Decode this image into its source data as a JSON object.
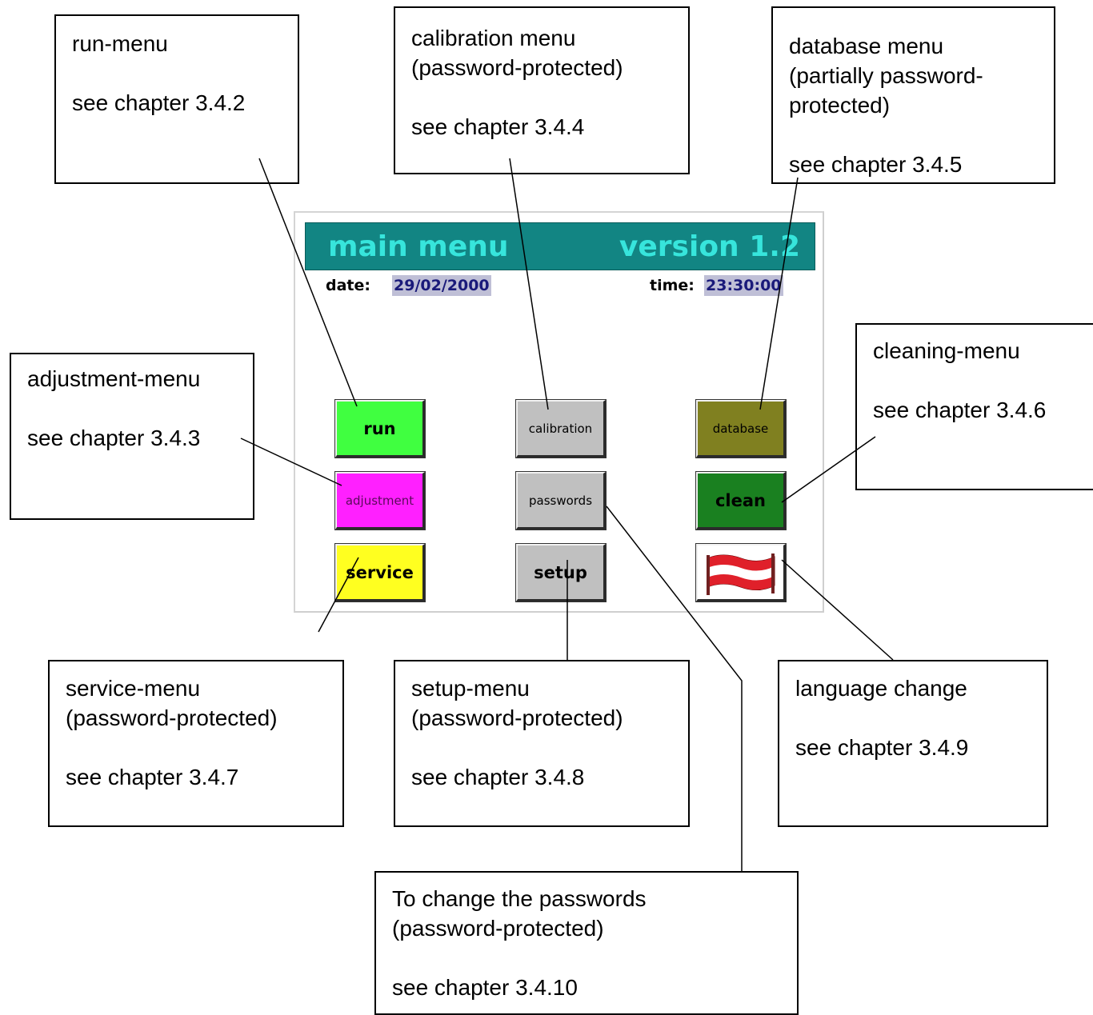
{
  "screen": {
    "title": "main menu",
    "version": "version 1.2",
    "date_label": "date:",
    "date_value": "29/02/2000",
    "time_label": "time:",
    "time_value": "23:30:00",
    "buttons": {
      "run": {
        "label": "run",
        "color": "#40ff40"
      },
      "calibration": {
        "label": "calibration",
        "color": "#c0c0c0"
      },
      "database": {
        "label": "database",
        "color": "#808020"
      },
      "adjustment": {
        "label": "adjustment",
        "color": "#ff20ff"
      },
      "passwords": {
        "label": "passwords",
        "color": "#c0c0c0"
      },
      "clean": {
        "label": "clean",
        "color": "#1a8020"
      },
      "service": {
        "label": "service",
        "color": "#ffff20"
      },
      "setup": {
        "label": "setup",
        "color": "#c0c0c0"
      },
      "language": {
        "icon": "austrian-flag-icon",
        "color": "#ffffff"
      }
    }
  },
  "callouts": {
    "run": {
      "title": "run-menu",
      "ref": "see chapter 3.4.2"
    },
    "calibration": {
      "line1": "calibration menu",
      "line2": "(password-protected)",
      "ref": "see chapter 3.4.4"
    },
    "database": {
      "line1": "database menu",
      "line2": "(partially password-",
      "line3": "protected)",
      "ref": "see chapter 3.4.5"
    },
    "adjustment": {
      "title": "adjustment-menu",
      "ref": "see chapter 3.4.3"
    },
    "cleaning": {
      "title": "cleaning-menu",
      "ref": "see chapter 3.4.6"
    },
    "service": {
      "line1": "service-menu",
      "line2": "(password-protected)",
      "ref": "see chapter 3.4.7"
    },
    "setup": {
      "line1": "setup-menu",
      "line2": "(password-protected)",
      "ref": "see chapter 3.4.8"
    },
    "language": {
      "title": "language change",
      "ref": "see chapter 3.4.9"
    },
    "passwords": {
      "line1": "To change the passwords",
      "line2": "(password-protected)",
      "ref": "see chapter 3.4.10"
    }
  },
  "colors": {
    "title_bar": "#128583",
    "title_text": "#37e5dc",
    "highlight_bg": "#bfbfd6"
  }
}
